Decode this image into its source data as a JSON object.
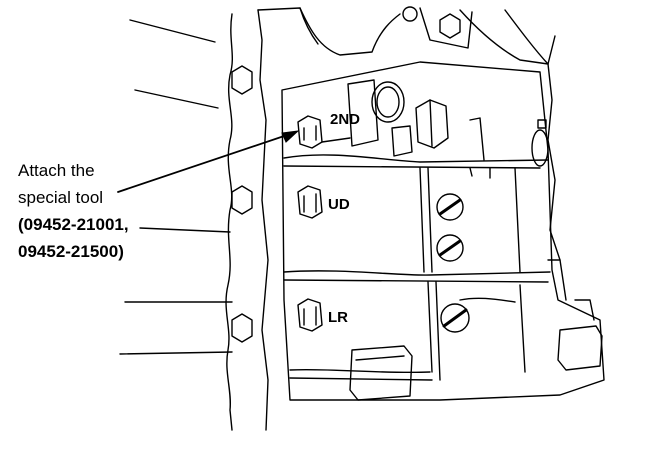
{
  "callout": {
    "line1": "Attach the",
    "line2": "special tool",
    "line3": "(09452-21001,",
    "line4": "09452-21500)"
  },
  "ports": {
    "second": "2ND",
    "underdrive": "UD",
    "low_reverse": "LR"
  },
  "colors": {
    "ink": "#000000",
    "paper": "#ffffff",
    "shade": "#d9d9d9"
  }
}
